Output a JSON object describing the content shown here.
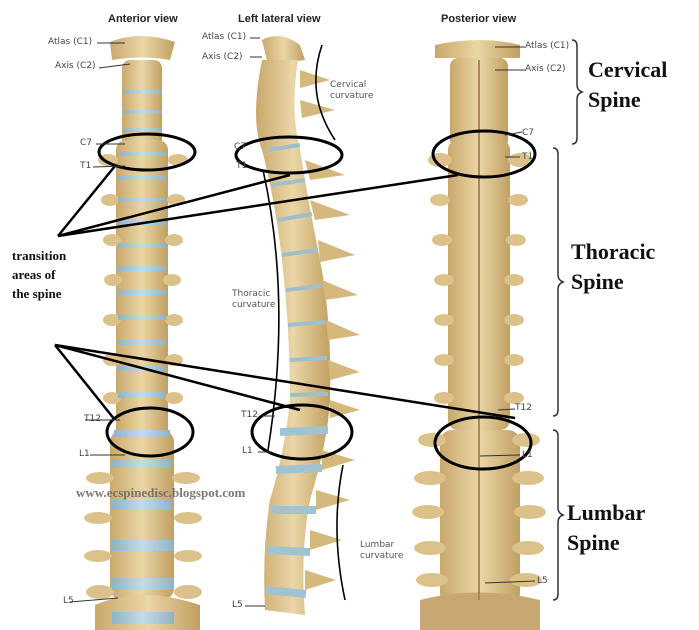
{
  "views": {
    "anterior": {
      "title": "Anterior view"
    },
    "lateral": {
      "title": "Left lateral view"
    },
    "posterior": {
      "title": "Posterior view"
    }
  },
  "vertebra_labels": {
    "anterior": {
      "atlas": "Atlas (C1)",
      "axis": "Axis (C2)",
      "c7": "C7",
      "t1": "T1",
      "t12": "T12",
      "l1": "L1",
      "l5": "L5"
    },
    "lateral": {
      "atlas": "Atlas (C1)",
      "axis": "Axis (C2)",
      "c7": "C7",
      "t1": "T1",
      "t12": "T12",
      "l1": "L1",
      "l5": "L5"
    },
    "posterior": {
      "atlas": "Atlas (C1)",
      "axis": "Axis (C2)",
      "c7": "C7",
      "t1": "T1",
      "t12": "T12",
      "l1": "L1",
      "l5": "L5"
    }
  },
  "curvatures": {
    "cervical": {
      "line1": "Cervical",
      "line2": "curvature"
    },
    "thoracic": {
      "line1": "Thoracic",
      "line2": "curvature"
    },
    "lumbar": {
      "line1": "Lumbar",
      "line2": "curvature"
    }
  },
  "regions": {
    "cervical": {
      "line1": "Cervical",
      "line2": "Spine"
    },
    "thoracic": {
      "line1": "Thoracic",
      "line2": "Spine"
    },
    "lumbar": {
      "line1": "Lumbar",
      "line2": "Spine"
    }
  },
  "annotation": {
    "line1": "transition",
    "line2": "areas of",
    "line3": "the spine"
  },
  "watermark": "www.ecspinedisc.blogspot.com",
  "colors": {
    "bone": "#e3cc98",
    "bone_shadow": "#c7a66a",
    "disc": "#a9c9d6",
    "outline": "#000000"
  }
}
